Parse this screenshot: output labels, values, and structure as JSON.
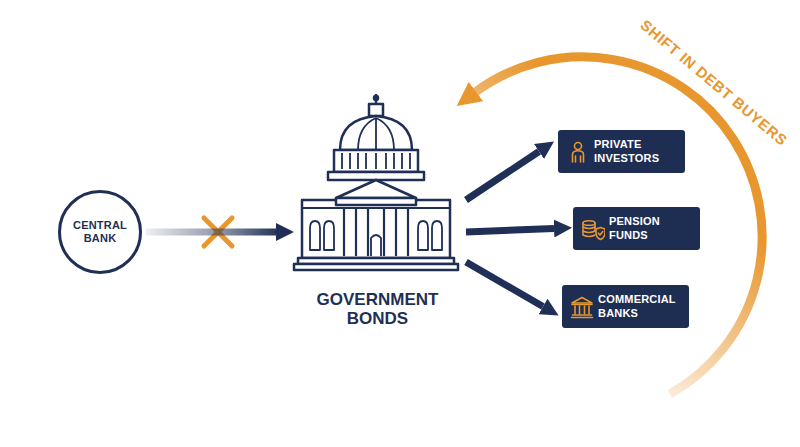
{
  "diagram": {
    "nodes": [
      {
        "text": [
          "CENTRAL BANK"
        ]
      },
      {
        "text": [
          "GOVERNMENT BONDS"
        ]
      },
      {
        "text": [
          "PRIVATE INVESTORS"
        ]
      },
      {
        "text": [
          "PENSION FUNDS"
        ]
      },
      {
        "text": [
          "COMMERCIAL BANKS"
        ]
      }
    ],
    "edges": [
      {
        "from": 0,
        "to": 1,
        "arrow": "to"
      },
      {
        "from": 1,
        "to": 2,
        "arrow": "to"
      },
      {
        "from": 1,
        "to": 3,
        "arrow": "to"
      },
      {
        "from": 1,
        "to": 4,
        "arrow": "to"
      }
    ],
    "labels": [
      "SHIFT IN DEBT BUYERS"
    ]
  }
}
